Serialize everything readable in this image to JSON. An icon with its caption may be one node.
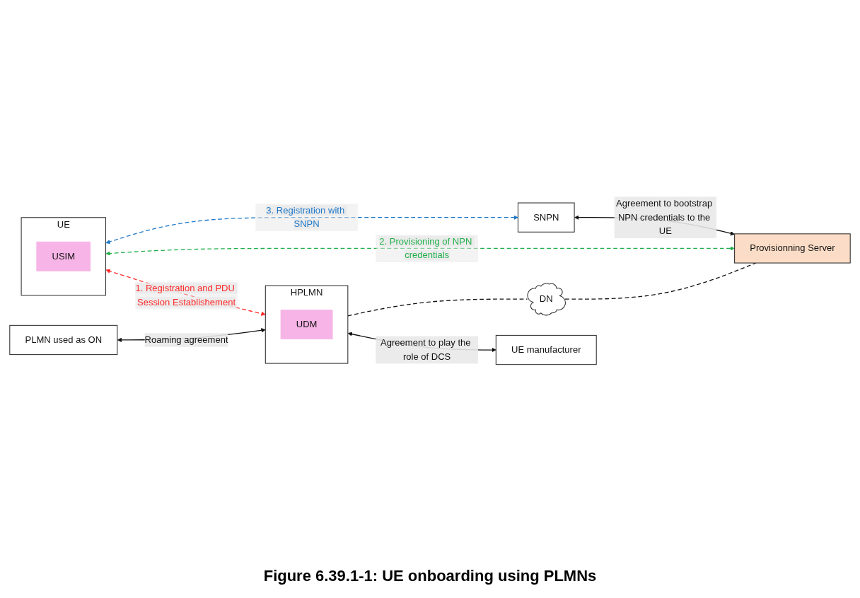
{
  "diagram": {
    "caption": "Figure 6.39.1-1: UE onboarding using PLMNs",
    "nodes": [
      {
        "text": [
          "SNPN"
        ]
      },
      {
        "text": [
          "Provisionning Server"
        ]
      },
      {
        "text": [
          "UE"
        ]
      },
      {
        "text": [
          "USIM"
        ],
        "in": 2
      },
      {
        "text": [
          "DN"
        ]
      },
      {
        "text": [
          "PLMN used as ON"
        ]
      },
      {
        "text": [
          "HPLMN"
        ]
      },
      {
        "text": [
          "UDM"
        ],
        "in": 6
      },
      {
        "text": [
          "UE manufacturer"
        ]
      }
    ],
    "edges": [
      {
        "from": 0,
        "to": 1,
        "arrow": "both",
        "label": "Agreement to bootstrap NPN credentials to the UE"
      },
      {
        "from": 2,
        "to": 0,
        "arrow": "both",
        "label": "3. Registration with SNPN",
        "style": "dashed",
        "color": "#1f78c8"
      },
      {
        "from": 2,
        "to": 1,
        "arrow": "both",
        "label": "2. Provisioning of NPN credentials",
        "style": "dashed",
        "color": "#22b04b"
      },
      {
        "from": 2,
        "to": 6,
        "arrow": "both",
        "label": "1. Registration and PDU Session Establishement",
        "style": "dashed",
        "color": "#ff2a2a"
      },
      {
        "from": 5,
        "to": 6,
        "arrow": "both",
        "label": "Roaming agreement"
      },
      {
        "from": 6,
        "to": 4,
        "arrow": "none",
        "style": "dashed"
      },
      {
        "from": 4,
        "to": 1,
        "arrow": "none",
        "style": "dashed"
      },
      {
        "from": 6,
        "to": 8,
        "arrow": "both",
        "label": "Agreement to play the role of DCS"
      }
    ]
  }
}
